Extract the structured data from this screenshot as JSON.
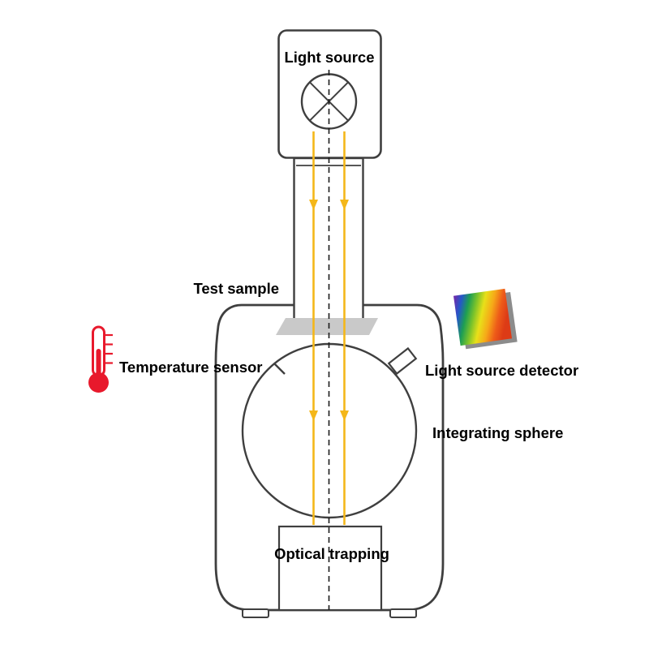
{
  "labels": {
    "light_source": "Light source",
    "test_sample": "Test sample",
    "temperature_sensor": "Temperature sensor",
    "light_source_detector": "Light source detector",
    "integrating_sphere": "Integrating sphere",
    "optical_trapping": "Optical trapping"
  },
  "colors": {
    "outline": "#3f3f3f",
    "beam": "#f4b71a",
    "thermometer_red": "#e8192c",
    "sample_gray": "#c9c9c9",
    "chip_shadow": "#8c8c8c",
    "spectrum": [
      "#6a2fae",
      "#2457c9",
      "#1d9e53",
      "#7cc32a",
      "#e8e019",
      "#f6a818",
      "#ee5c19",
      "#dd3b16"
    ]
  },
  "icons": {
    "lamp": "circle-with-diagonal-cross",
    "thermometer": "red-thermometer-with-scale-ticks",
    "spectrum_chip": "rainbow-gradient-square-detector"
  }
}
